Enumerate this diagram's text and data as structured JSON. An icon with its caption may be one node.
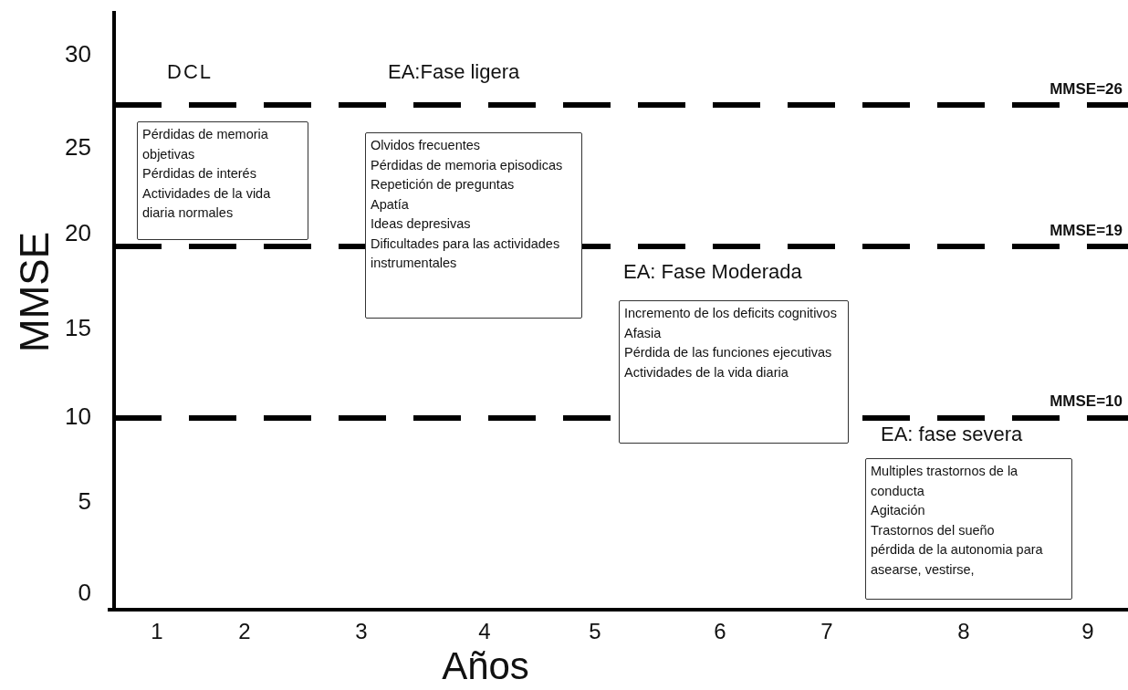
{
  "diagram": {
    "nodes": [
      {
        "text": [
          "Pérdidas de memoria objetivas",
          "Pérdidas de interés",
          "Actividades de la vida diaria normales"
        ]
      },
      {
        "text": [
          "Olvidos frecuentes",
          "Pérdidas de memoria episodicas",
          "Repetición de preguntas",
          "Apatía",
          "Ideas depresivas",
          "Dificultades para las actividades instrumentales"
        ]
      },
      {
        "text": [
          "Incremento de los deficits cognitivos",
          "Afasia",
          "Pérdida de las funciones ejecutivas",
          "Actividades de la vida diaria"
        ]
      },
      {
        "text": [
          "Multiples trastornos de la conducta",
          "Agitación",
          "Trastornos del sueño",
          "pérdida de la autonomia para asearse, vestirse,"
        ]
      }
    ],
    "edges": [],
    "labels": [
      "MMSE",
      "30",
      "25",
      "20",
      "15",
      "10",
      "5",
      "0",
      "DCL",
      "EA:Fase ligera",
      "MMSE=26",
      "MMSE=19",
      "EA: Fase Moderada",
      "MMSE=10",
      "EA: fase severa",
      "1",
      "2",
      "3",
      "4",
      "5",
      "6",
      "7",
      "8",
      "9",
      "Años"
    ]
  }
}
